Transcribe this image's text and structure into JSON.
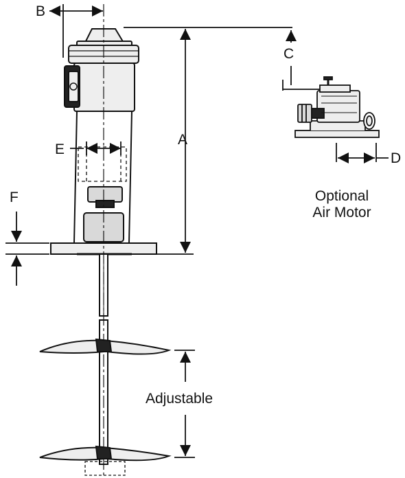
{
  "labels": {
    "A": "A",
    "B": "B",
    "C": "C",
    "D": "D",
    "E": "E",
    "F": "F",
    "adjustable": "Adjustable",
    "optional_line1": "Optional",
    "optional_line2": "Air Motor"
  },
  "colors": {
    "ink": "#111111",
    "light_fill": "#eeeeee",
    "mid_fill": "#d9d9d9",
    "dark_fill": "#222222"
  }
}
